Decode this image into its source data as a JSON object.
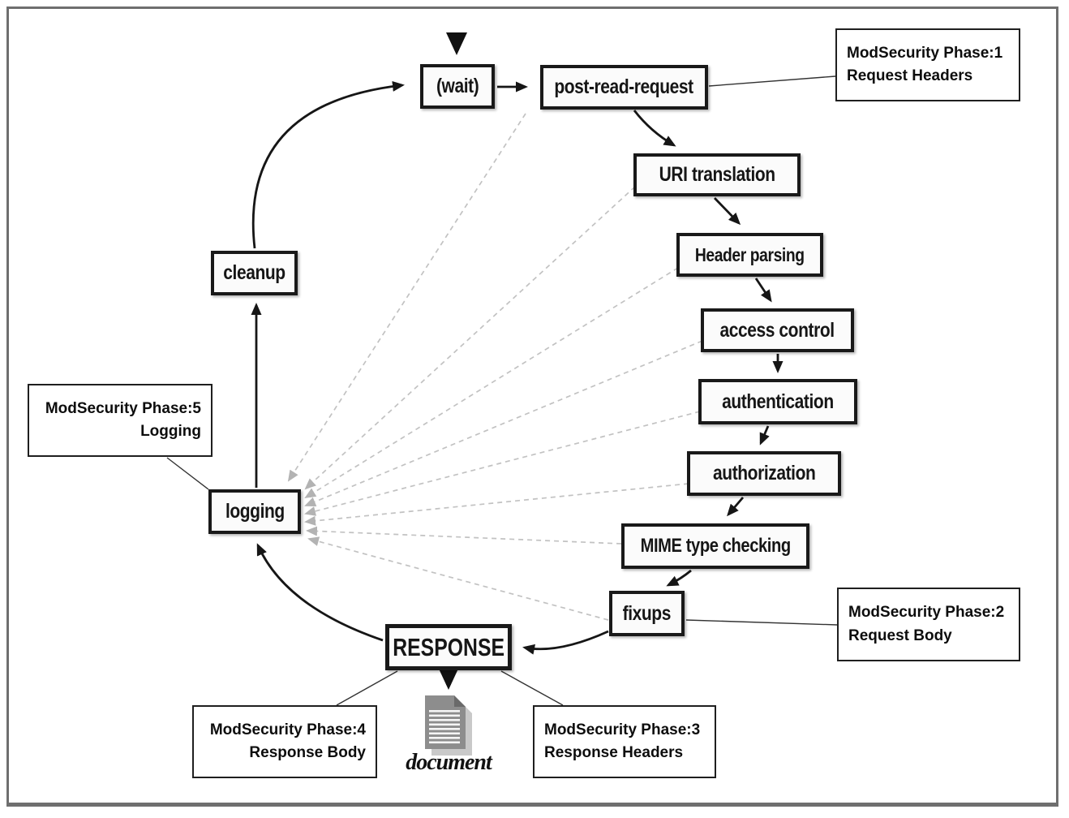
{
  "diagram": {
    "stages": [
      {
        "id": "wait",
        "label": "(wait)"
      },
      {
        "id": "post-read-request",
        "label": "post-read-request"
      },
      {
        "id": "uri-translation",
        "label": "URI translation"
      },
      {
        "id": "header-parsing",
        "label": "Header parsing"
      },
      {
        "id": "access-control",
        "label": "access control"
      },
      {
        "id": "authentication",
        "label": "authentication"
      },
      {
        "id": "authorization",
        "label": "authorization"
      },
      {
        "id": "mime-type-checking",
        "label": "MIME type checking"
      },
      {
        "id": "fixups",
        "label": "fixups"
      },
      {
        "id": "response",
        "label": "RESPONSE"
      },
      {
        "id": "logging",
        "label": "logging"
      },
      {
        "id": "cleanup",
        "label": "cleanup"
      }
    ],
    "annotations": [
      {
        "id": "phase-1",
        "line1": "ModSecurity Phase:1",
        "line2": "Request Headers",
        "attached_to": "post-read-request"
      },
      {
        "id": "phase-2",
        "line1": "ModSecurity Phase:2",
        "line2": "Request Body",
        "attached_to": "fixups"
      },
      {
        "id": "phase-3",
        "line1": "ModSecurity Phase:3",
        "line2": "Response Headers",
        "attached_to": "response"
      },
      {
        "id": "phase-4",
        "line1": "ModSecurity Phase:4",
        "line2": "Response Body",
        "attached_to": "response"
      },
      {
        "id": "phase-5",
        "line1": "ModSecurity Phase:5",
        "line2": "Logging",
        "attached_to": "logging"
      }
    ],
    "document_label": "document",
    "colors": {
      "stage_border": "#191919",
      "stage_fill": "#fbfbfb",
      "solid_arrow": "#161616",
      "dashed_line": "#c2c2c2",
      "frame_border": "#6f6f6f",
      "document_page": "#8d8d8d",
      "document_fold": "#6a6a6a",
      "document_shadow": "#c9c9c9"
    }
  }
}
